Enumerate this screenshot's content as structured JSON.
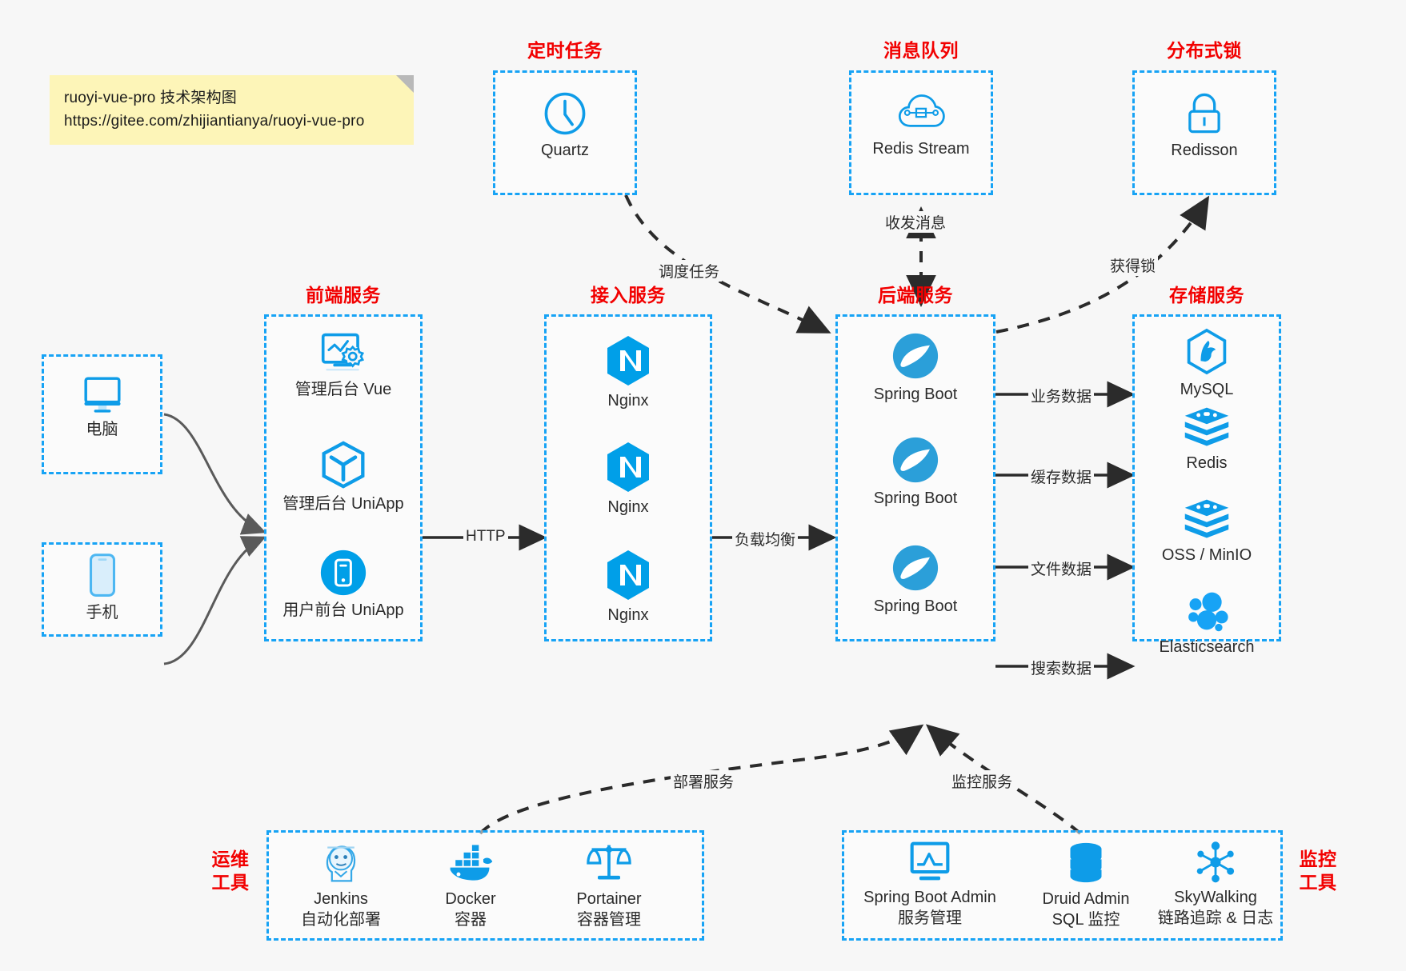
{
  "note": {
    "line1": "ruoyi-vue-pro 技术架构图",
    "line2": "https://gitee.com/zhijiantianya/ruoyi-vue-pro"
  },
  "groups": {
    "scheduled": {
      "title": "定时任务",
      "nodes": [
        {
          "label": "Quartz",
          "icon": "clock-icon"
        }
      ]
    },
    "mq": {
      "title": "消息队列",
      "nodes": [
        {
          "label": "Redis Stream",
          "icon": "cloud-stream-icon"
        }
      ]
    },
    "lock": {
      "title": "分布式锁",
      "nodes": [
        {
          "label": "Redisson",
          "icon": "lock-icon"
        }
      ]
    },
    "client_pc": {
      "title": "",
      "nodes": [
        {
          "label": "电脑",
          "icon": "desktop-icon"
        }
      ]
    },
    "client_mobile": {
      "title": "",
      "nodes": [
        {
          "label": "手机",
          "icon": "phone-icon"
        }
      ]
    },
    "frontend": {
      "title": "前端服务",
      "nodes": [
        {
          "label": "管理后台 Vue",
          "icon": "dashboard-gear-icon"
        },
        {
          "label": "管理后台 UniApp",
          "icon": "cube-icon"
        },
        {
          "label": "用户前台 UniApp",
          "icon": "mobile-app-icon"
        }
      ]
    },
    "gateway": {
      "title": "接入服务",
      "nodes": [
        {
          "label": "Nginx",
          "icon": "nginx-icon"
        },
        {
          "label": "Nginx",
          "icon": "nginx-icon"
        },
        {
          "label": "Nginx",
          "icon": "nginx-icon"
        }
      ]
    },
    "backend": {
      "title": "后端服务",
      "nodes": [
        {
          "label": "Spring Boot",
          "icon": "spring-boot-icon"
        },
        {
          "label": "Spring Boot",
          "icon": "spring-boot-icon"
        },
        {
          "label": "Spring Boot",
          "icon": "spring-boot-icon"
        }
      ]
    },
    "storage": {
      "title": "存储服务",
      "nodes": [
        {
          "label": "MySQL",
          "icon": "mysql-icon"
        },
        {
          "label": "Redis",
          "icon": "redis-icon"
        },
        {
          "label": "OSS / MinIO",
          "icon": "oss-minio-icon"
        },
        {
          "label": "Elasticsearch",
          "icon": "elasticsearch-icon"
        }
      ]
    },
    "devops": {
      "title": "运维\n工具",
      "title_line1": "运维",
      "title_line2": "工具",
      "nodes": [
        {
          "label": "Jenkins",
          "sublabel": "自动化部署",
          "icon": "jenkins-icon"
        },
        {
          "label": "Docker",
          "sublabel": "容器",
          "icon": "docker-icon"
        },
        {
          "label": "Portainer",
          "sublabel": "容器管理",
          "icon": "scales-icon"
        }
      ]
    },
    "monitoring": {
      "title_line1": "监控",
      "title_line2": "工具",
      "nodes": [
        {
          "label": "Spring Boot Admin",
          "sublabel": "服务管理",
          "icon": "monitor-chart-icon"
        },
        {
          "label": "Druid Admin",
          "sublabel": "SQL 监控",
          "icon": "database-icon"
        },
        {
          "label": "SkyWalking",
          "sublabel": "链路追踪 & 日志",
          "icon": "skywalking-icon"
        }
      ]
    }
  },
  "edges": [
    {
      "label": "调度任务",
      "from": "scheduled",
      "to": "backend",
      "style": "dashed"
    },
    {
      "label": "收发消息",
      "from": "backend",
      "to": "mq",
      "style": "dashed-bidirectional"
    },
    {
      "label": "获得锁",
      "from": "backend",
      "to": "lock",
      "style": "dashed"
    },
    {
      "label": "HTTP",
      "from": "frontend",
      "to": "gateway",
      "style": "solid"
    },
    {
      "label": "负载均衡",
      "from": "gateway",
      "to": "backend",
      "style": "solid"
    },
    {
      "label": "业务数据",
      "from": "backend",
      "to": "mysql",
      "style": "solid"
    },
    {
      "label": "缓存数据",
      "from": "backend",
      "to": "redis",
      "style": "solid"
    },
    {
      "label": "文件数据",
      "from": "backend",
      "to": "oss",
      "style": "solid"
    },
    {
      "label": "搜索数据",
      "from": "backend",
      "to": "elasticsearch",
      "style": "solid"
    },
    {
      "label": "部署服务",
      "from": "devops",
      "to": "backend",
      "style": "dashed"
    },
    {
      "label": "监控服务",
      "from": "monitoring",
      "to": "backend",
      "style": "dashed"
    }
  ],
  "colors": {
    "accent_blue": "#17a3f5",
    "icon_blue": "#0e9ce8",
    "title_red": "#f20000",
    "note_yellow": "#fdf5b8",
    "background": "#f7f7f7",
    "edge_dark": "#2b2b2b"
  }
}
